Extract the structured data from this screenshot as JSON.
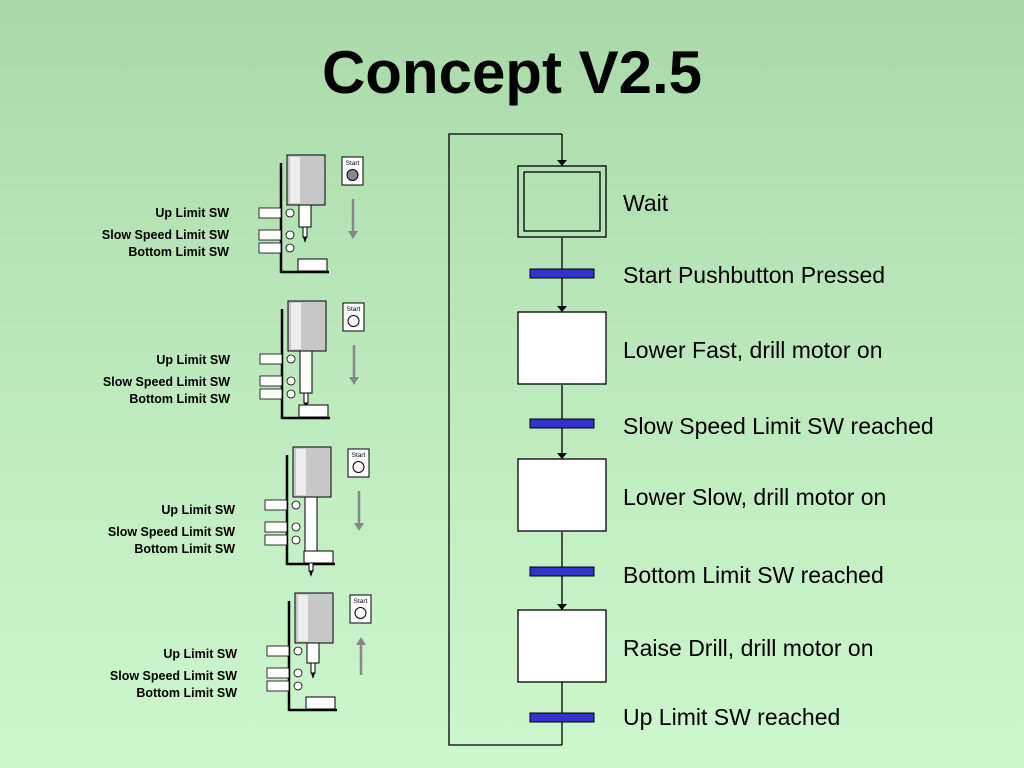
{
  "title": "Concept V2.5",
  "machine_panels": [
    {
      "up_label": "Up Limit SW",
      "slow_label": "Slow Speed Limit SW",
      "bottom_label": "Bottom Limit SW",
      "start_label": "Start",
      "start_pressed": true,
      "arrow_direction": "down"
    },
    {
      "up_label": "Up Limit SW",
      "slow_label": "Slow Speed Limit SW",
      "bottom_label": "Bottom Limit SW",
      "start_label": "Start",
      "start_pressed": false,
      "arrow_direction": "down"
    },
    {
      "up_label": "Up Limit SW",
      "slow_label": "Slow Speed Limit SW",
      "bottom_label": "Bottom Limit SW",
      "start_label": "Start",
      "start_pressed": false,
      "arrow_direction": "down"
    },
    {
      "up_label": "Up Limit SW",
      "slow_label": "Slow Speed Limit SW",
      "bottom_label": "Bottom Limit SW",
      "start_label": "Start",
      "start_pressed": false,
      "arrow_direction": "up"
    }
  ],
  "sfc": {
    "steps": [
      "Wait",
      "Lower Fast, drill motor on",
      "Lower Slow, drill motor on",
      "Raise Drill, drill motor on"
    ],
    "transitions": [
      "Start Pushbutton Pressed",
      "Slow Speed Limit SW reached",
      "Bottom Limit SW reached",
      "Up Limit SW reached"
    ],
    "colors": {
      "transition_bar": "#3333cc",
      "step_fill": "#ffffff",
      "line": "#000000"
    }
  }
}
